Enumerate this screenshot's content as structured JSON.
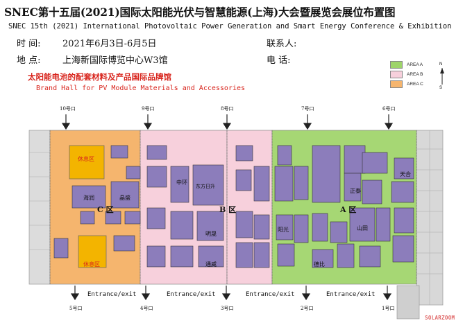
{
  "header": {
    "title_cn": "SNEC第十五届(2021)国际太阳能光伏与智慧能源(上海)大会暨展览会展位布置图",
    "title_en": "SNEC 15th (2021) International Photovoltaic Power Generation and Smart Energy Conference & Exhibition",
    "time_label": "时 间:",
    "time_value": "2021年6月3日-6月5日",
    "venue_label": "地 点:",
    "venue_value": "上海新国际博览中心W3馆",
    "contact_label": "联系人:",
    "phone_label": "电  话:",
    "hall_cn": "太阳能电池的配套材料及产品国际品牌馆",
    "hall_en": "Brand Hall for PV Module Materials  and Accessories"
  },
  "legend": [
    {
      "label": "AREA A",
      "color": "#9ed46a"
    },
    {
      "label": "AREA B",
      "color": "#f7d0dc"
    },
    {
      "label": "AREA C",
      "color": "#f5b56e"
    }
  ],
  "compass": {
    "north": "N",
    "south": "S"
  },
  "areas": {
    "c_label": "C 区",
    "b_label": "B 区",
    "a_label": "A 区",
    "rest_area_top": "休息区",
    "rest_area_bottom": "休息区"
  },
  "gates_top": [
    "10号口",
    "9号口",
    "8号口",
    "7号口",
    "6号口"
  ],
  "gates_bottom": [
    "5号口",
    "4号口",
    "3号口",
    "2号口",
    "1号口"
  ],
  "entrance_label": "Entrance/exit",
  "booth_names": [
    "海润",
    "晶盛",
    "中环",
    "东方日升",
    "明晟",
    "通威",
    "正泰",
    "山田",
    "阳光",
    "德比",
    "天合"
  ],
  "watermark": "SOLARZOOM"
}
